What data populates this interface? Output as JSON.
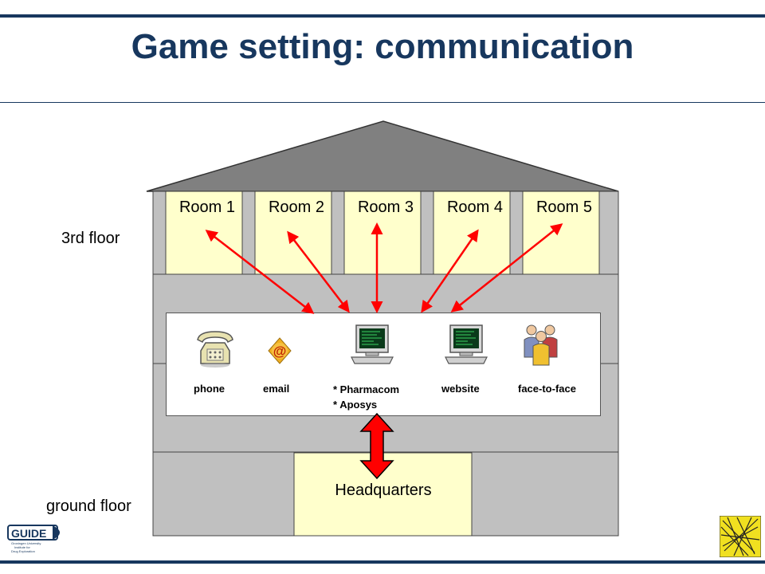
{
  "title": "Game setting: communication",
  "floors": {
    "top": "3rd floor",
    "ground": "ground floor"
  },
  "rooms": [
    "Room 1",
    "Room 2",
    "Room 3",
    "Room 4",
    "Room 5"
  ],
  "channels": {
    "phone": "phone",
    "email": "email",
    "website": "website",
    "face_to_face": "face-to-face"
  },
  "tools": [
    "* Pharmacom",
    "* Aposys"
  ],
  "headquarters": "Headquarters",
  "logo": {
    "text": "GUIDE",
    "subtitle": "Groningen University Institute for Drug Exploration"
  },
  "colors": {
    "accent": "#17375e",
    "room_fill": "#ffffcc",
    "wall_fill": "#c0c0c0",
    "roof_fill": "#808080",
    "arrow": "#ff0000"
  }
}
